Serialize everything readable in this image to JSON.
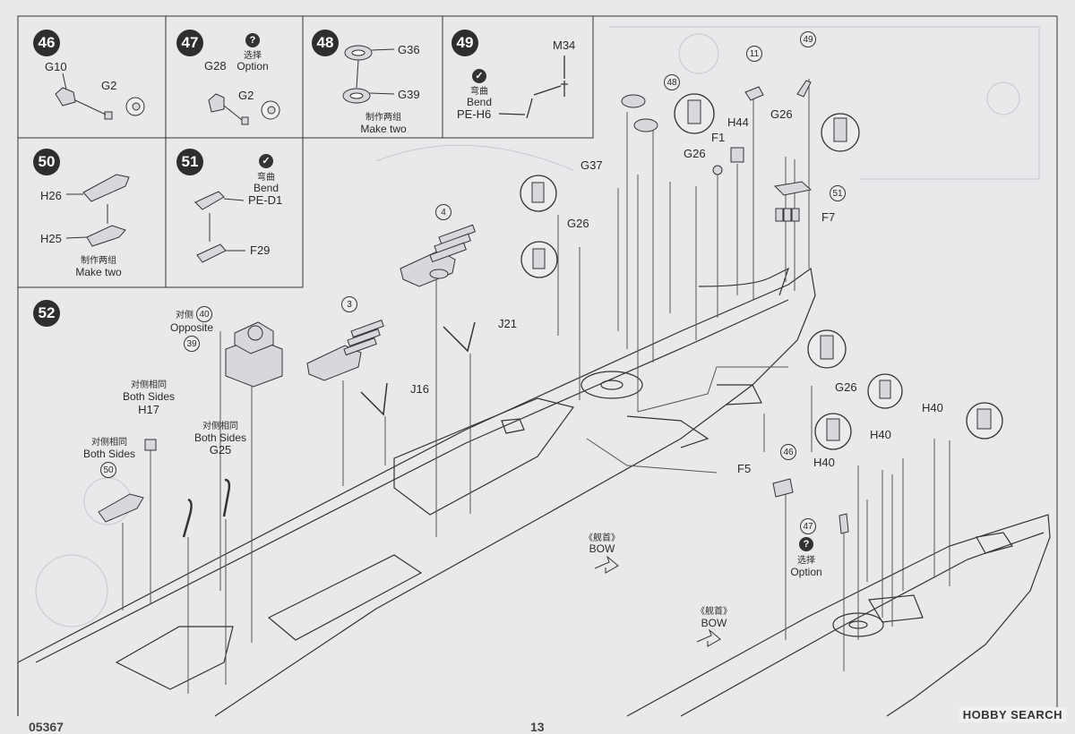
{
  "steps": {
    "s46": {
      "number": "46",
      "labels": {
        "g10": "G10",
        "g2": "G2"
      }
    },
    "s47": {
      "number": "47",
      "option_zh": "选择",
      "option_en": "Option",
      "labels": {
        "g28": "G28",
        "g2": "G2"
      }
    },
    "s48": {
      "number": "48",
      "labels": {
        "g36": "G36",
        "g39": "G39"
      },
      "make_zh": "制作两组",
      "make_en": "Make two"
    },
    "s49": {
      "number": "49",
      "labels": {
        "m34": "M34",
        "peh6": "PE-H6"
      },
      "bend_zh": "弯曲",
      "bend_en": "Bend"
    },
    "s50": {
      "number": "50",
      "labels": {
        "h26": "H26",
        "h25": "H25"
      },
      "make_zh": "制作两组",
      "make_en": "Make two"
    },
    "s51": {
      "number": "51",
      "labels": {
        "ped1": "PE-D1",
        "f29": "F29"
      },
      "bend_zh": "弯曲",
      "bend_en": "Bend"
    },
    "s52": {
      "number": "52"
    }
  },
  "main": {
    "opposite_zh": "对侧",
    "opposite_en": "Opposite",
    "ref40": "40",
    "ref39": "39",
    "ref3": "3",
    "ref4": "4",
    "ref48": "48",
    "ref11": "11",
    "ref49": "49",
    "ref51": "51",
    "ref50": "50",
    "ref46": "46",
    "ref47": "47",
    "j21": "J21",
    "j16": "J16",
    "h17": "H17",
    "g25": "G25",
    "both_sides_zh": "对侧相同",
    "both_sides_en": "Both Sides",
    "g37": "G37",
    "g26": "G26",
    "f1": "F1",
    "h44": "H44",
    "f7": "F7",
    "f5": "F5",
    "h40": "H40",
    "bow_zh": "《舰首》",
    "bow_en": "BOW",
    "option_zh": "选择",
    "option_en": "Option"
  },
  "footer": {
    "left": "05367",
    "center": "13"
  },
  "watermark": "HOBBY SEARCH"
}
